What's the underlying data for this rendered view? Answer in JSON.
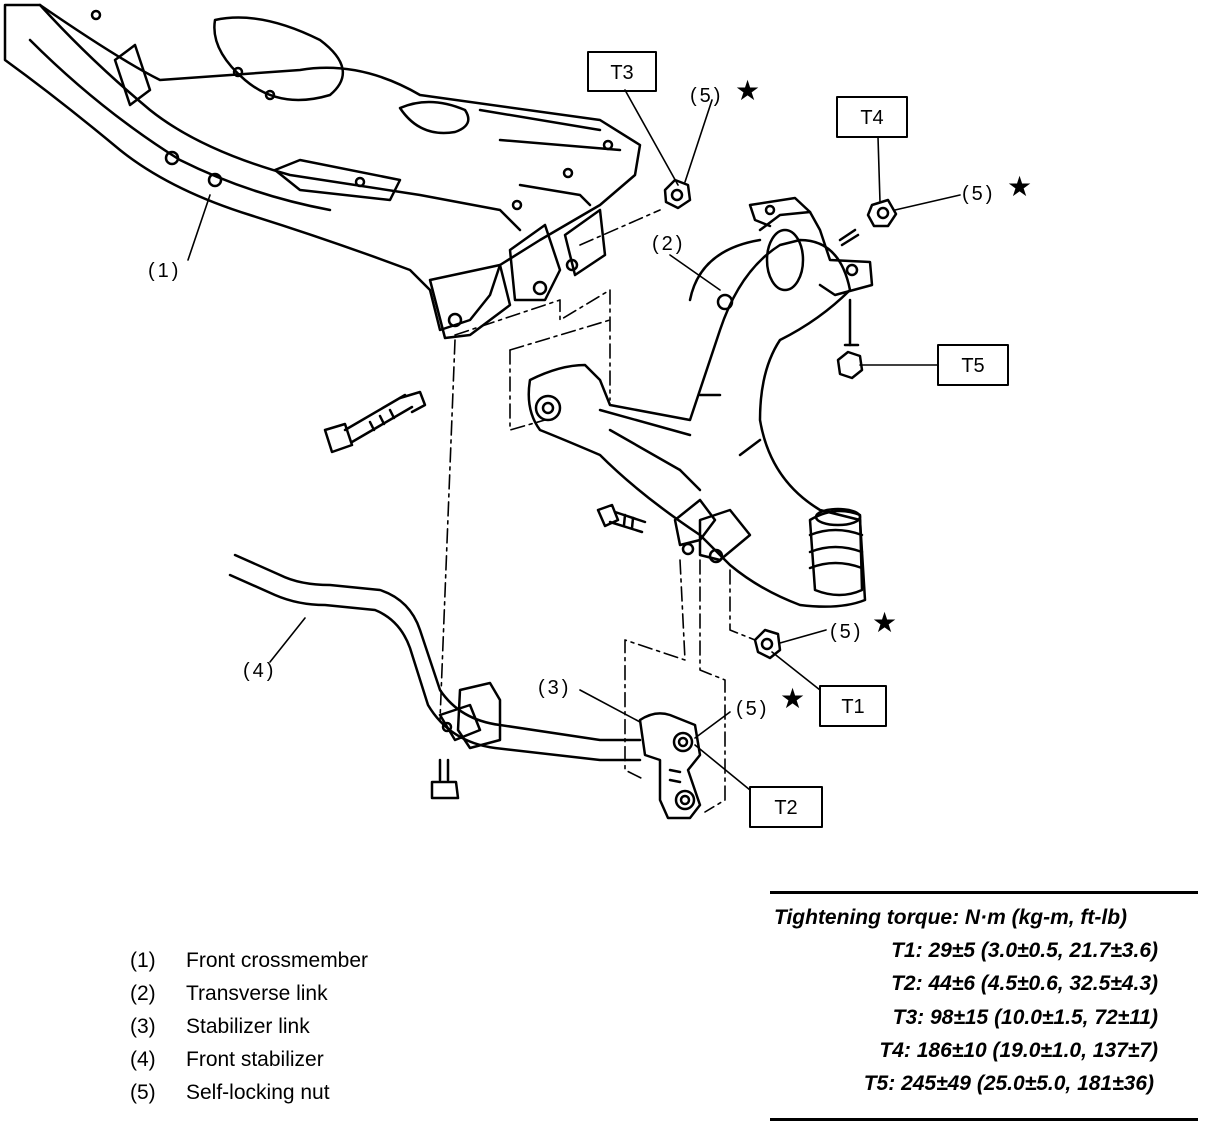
{
  "callouts": {
    "c1": "(1)",
    "c2": "(2)",
    "c3": "(3)",
    "c4": "(4)",
    "c5a": "(5)",
    "c5b": "(5)",
    "c5c": "(5)",
    "c5d": "(5)"
  },
  "star": "★",
  "torque_boxes": {
    "t1": "T1",
    "t2": "T2",
    "t3": "T3",
    "t4": "T4",
    "t5": "T5"
  },
  "legend": [
    {
      "num": "(1)",
      "label": "Front crossmember"
    },
    {
      "num": "(2)",
      "label": "Transverse link"
    },
    {
      "num": "(3)",
      "label": "Stabilizer link"
    },
    {
      "num": "(4)",
      "label": "Front stabilizer"
    },
    {
      "num": "(5)",
      "label": "Self-locking nut"
    }
  ],
  "torque": {
    "title": "Tightening torque: N·m (kg-m, ft-lb)",
    "rows": [
      "T1: 29±5 (3.0±0.5, 21.7±3.6)",
      "T2: 44±6 (4.5±0.6, 32.5±4.3)",
      "T3: 98±15 (10.0±1.5, 72±11)",
      "T4: 186±10 (19.0±1.0, 137±7)",
      "T5: 245±49 (25.0±5.0, 181±36)"
    ]
  }
}
